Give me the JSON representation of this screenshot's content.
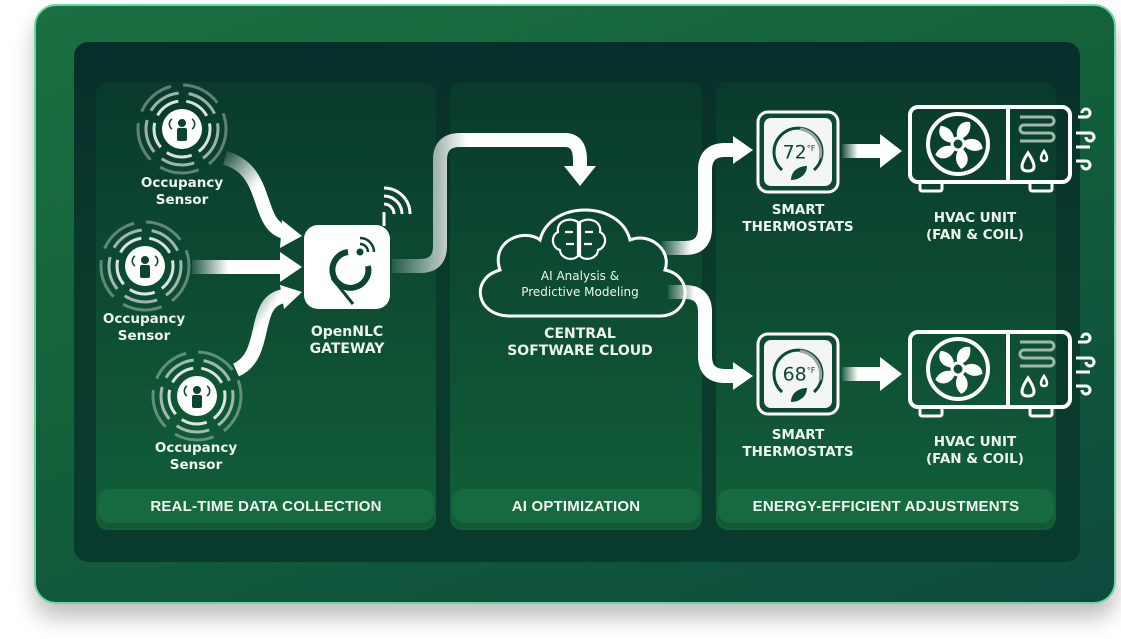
{
  "diagram": {
    "stages": [
      {
        "label": "REAL-TIME DATA COLLECTION"
      },
      {
        "label": "AI OPTIMIZATION"
      },
      {
        "label": "ENERGY-EFFICIENT ADJUSTMENTS"
      }
    ],
    "sensors": [
      {
        "line1": "Occupancy",
        "line2": "Sensor"
      },
      {
        "line1": "Occupancy",
        "line2": "Sensor"
      },
      {
        "line1": "Occupancy",
        "line2": "Sensor"
      }
    ],
    "gateway": {
      "line1": "OpenNLC",
      "line2": "GATEWAY"
    },
    "cloud": {
      "inner_line1": "AI Analysis &",
      "inner_line2": "Predictive Modeling",
      "line1": "CENTRAL",
      "line2": "SOFTWARE CLOUD"
    },
    "thermostats": [
      {
        "temp": "72",
        "unit": "°F",
        "line1": "SMART",
        "line2": "THERMOSTATS"
      },
      {
        "temp": "68",
        "unit": "°F",
        "line1": "SMART",
        "line2": "THERMOSTATS"
      }
    ],
    "hvac": [
      {
        "line1": "HVAC UNIT",
        "line2": "(FAN & COIL)"
      },
      {
        "line1": "HVAC UNIT",
        "line2": "(FAN & COIL)"
      }
    ],
    "icons": [
      "occupancy-sensor-icon",
      "gateway-icon",
      "wifi-icon",
      "cloud-icon",
      "brain-icon",
      "thermostat-icon",
      "leaf-icon",
      "hvac-unit-icon",
      "fan-icon",
      "coil-icon",
      "water-drop-icon",
      "airflow-icon",
      "arrow-icon"
    ],
    "colors": {
      "frame": "#176a40",
      "frame_border": "#6fd3a3",
      "inner": "#08332b",
      "stage": "#176a40",
      "icon": "#ffffff"
    }
  }
}
